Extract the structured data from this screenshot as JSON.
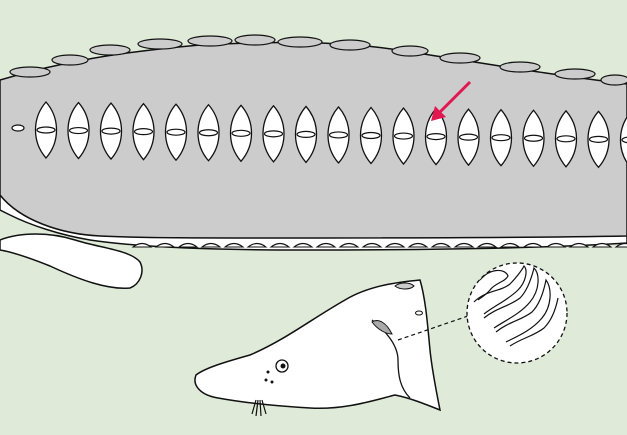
{
  "colors": {
    "background": "#dfebd8",
    "body_fill": "#cccccc",
    "belly_fill": "#ffffff",
    "outline": "#111111",
    "arrow": "#e0184f"
  },
  "figure": {
    "subject": "sturgeon",
    "scute_rows": [
      "dorsal",
      "lateral",
      "ventral"
    ],
    "lateral_scute_count": 19,
    "arrow_target": "lateral-scute"
  },
  "detail": {
    "magnified": "gill-filaments"
  }
}
